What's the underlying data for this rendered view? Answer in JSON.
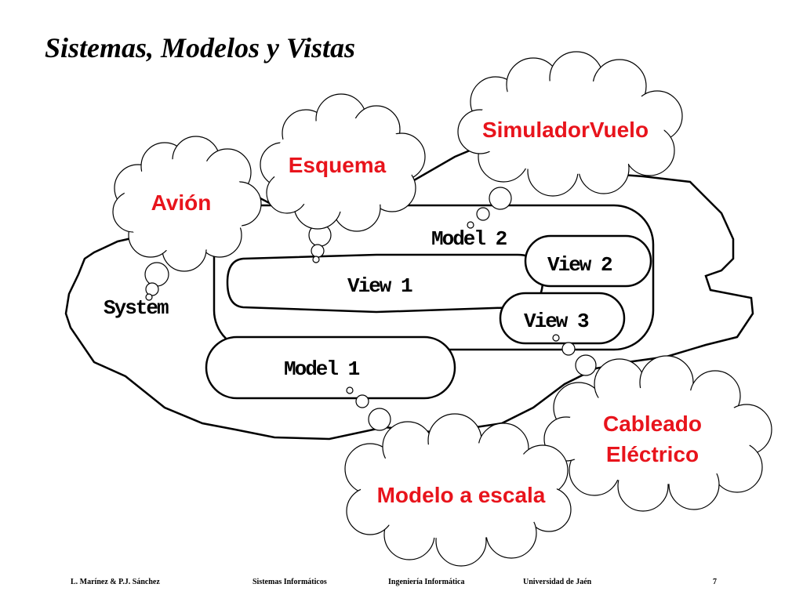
{
  "title": "Sistemas, Modelos y Vistas",
  "diagram": {
    "system_label": "System",
    "models": [
      "Model 2",
      "Model 1"
    ],
    "views": [
      "View 1",
      "View 2",
      "View 3"
    ],
    "clouds": {
      "avion": "Avión",
      "esquema": "Esquema",
      "simulador": "SimuladorVuelo",
      "cableado": [
        "Cableado",
        "Eléctrico"
      ],
      "escala": "Modelo a escala"
    },
    "highlight_color": "#e8141c"
  },
  "footer": {
    "authors": "L. Marínez & P.J. Sánchez",
    "course": "Sistemas Informáticos",
    "degree": "Ingeniería Informática",
    "university": "Universidad de Jaén",
    "page": "7"
  }
}
